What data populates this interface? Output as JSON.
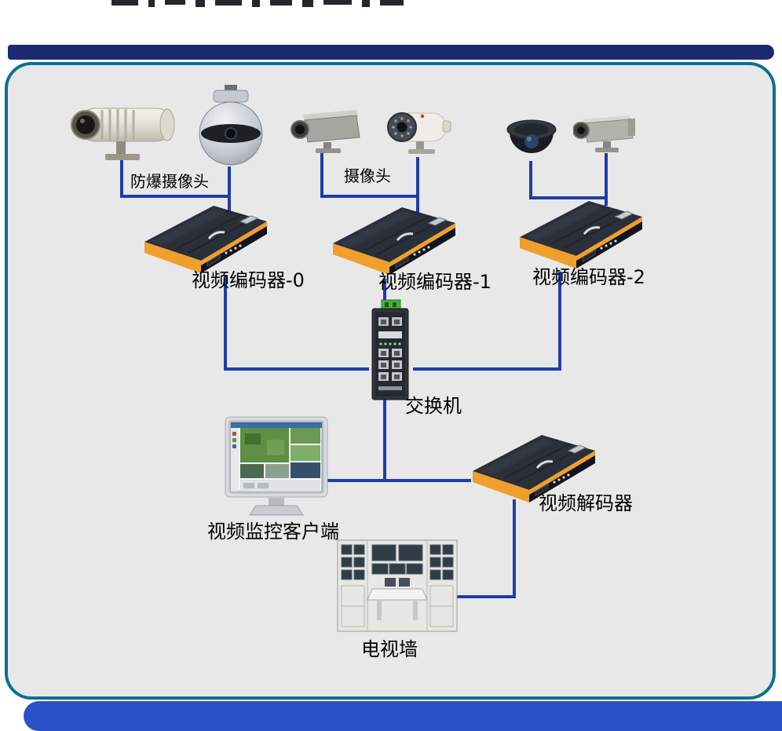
{
  "frame": {
    "top_bar_color": "#1b2a70",
    "panel_fill": "#e8e8e8",
    "panel_border_color": "#0c7090",
    "bottom_bar_color": "#2b51c8",
    "line_color": "#1f3da8"
  },
  "diagram": {
    "type": "surveillance-system-topology",
    "labels": {
      "explosion_camera": "防爆摄像头",
      "camera": "摄像头",
      "encoder0": "视频编码器-0",
      "encoder1": "视频编码器-1",
      "encoder2": "视频编码器-2",
      "switch": "交换机",
      "client": "视频监控客户端",
      "decoder": "视频解码器",
      "tv_wall": "电视墙"
    },
    "connections": [
      {
        "from": "explosion_camera",
        "to": "encoder0"
      },
      {
        "from": "dome_ptz_camera",
        "to": "encoder0"
      },
      {
        "from": "box_camera",
        "to": "encoder1"
      },
      {
        "from": "ir_bullet_camera",
        "to": "encoder1"
      },
      {
        "from": "mini_dome_camera",
        "to": "encoder2"
      },
      {
        "from": "ptz_camera",
        "to": "encoder2"
      },
      {
        "from": "encoder0",
        "to": "switch"
      },
      {
        "from": "encoder1",
        "to": "switch"
      },
      {
        "from": "encoder2",
        "to": "switch"
      },
      {
        "from": "switch",
        "to": "client"
      },
      {
        "from": "switch",
        "to": "decoder"
      },
      {
        "from": "decoder",
        "to": "tv_wall"
      }
    ]
  }
}
